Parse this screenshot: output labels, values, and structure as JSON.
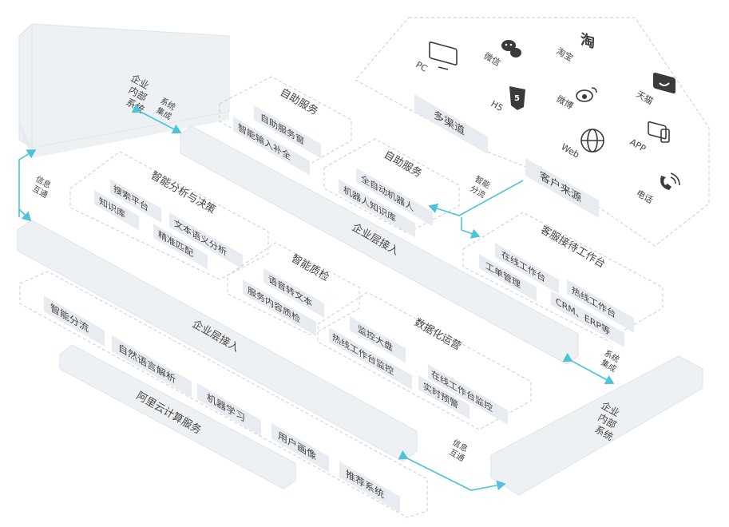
{
  "left_system": {
    "title": [
      "企业",
      "内部",
      "系统"
    ]
  },
  "right_system": {
    "title": [
      "企业",
      "内部",
      "系统"
    ]
  },
  "connectors": {
    "top_integration": [
      "系统",
      "集成"
    ],
    "left_info": [
      "信息",
      "互通"
    ],
    "right_integration": [
      "系统",
      "集成"
    ],
    "bottom_info": [
      "信息",
      "互通"
    ],
    "smart_routing": [
      "智能",
      "分流"
    ]
  },
  "upper_bar": {
    "label": "企业层接入"
  },
  "lower_bar": {
    "label": "企业层接入"
  },
  "self_service_1": {
    "title": "自助服务",
    "items": [
      "自助服务窗",
      "智能输入补全"
    ]
  },
  "self_service_2": {
    "title": "自助服务",
    "items": [
      "全自动机器人",
      "机器人知识库"
    ]
  },
  "analysis": {
    "title": "智能分析与决策",
    "items": [
      "搜索平台",
      "知识库",
      "文本语义分析",
      "精准匹配"
    ]
  },
  "quality": {
    "title": "智能质检",
    "items": [
      "语音转文本",
      "服务内容质检"
    ]
  },
  "digital_ops": {
    "title": "数据化运营",
    "items": [
      "监控大盘",
      "热线工作台监控",
      "在线工作台监控",
      "实时预警"
    ]
  },
  "reception": {
    "title": "客服接待工作台",
    "items": [
      "在线工作台",
      "工单管理",
      "热线工作台",
      "CRM、ERP等"
    ]
  },
  "channels": {
    "multi_label": "多渠道",
    "source_label": "客户来源",
    "icons": [
      {
        "name": "pc-icon",
        "label": "PC"
      },
      {
        "name": "wechat-icon",
        "label": "微信"
      },
      {
        "name": "taobao-icon",
        "label": "淘宝"
      },
      {
        "name": "h5-icon",
        "label": "H5"
      },
      {
        "name": "weibo-icon",
        "label": "微博"
      },
      {
        "name": "tmall-icon",
        "label": "天猫"
      },
      {
        "name": "web-icon",
        "label": "Web"
      },
      {
        "name": "app-icon",
        "label": "APP"
      },
      {
        "name": "phone-icon",
        "label": "电话"
      }
    ]
  },
  "cloud": {
    "base_label": "阿里云计算服务",
    "items": [
      "智能分流",
      "自然语言解析",
      "机器学习",
      "用户画像",
      "推荐系统"
    ]
  }
}
